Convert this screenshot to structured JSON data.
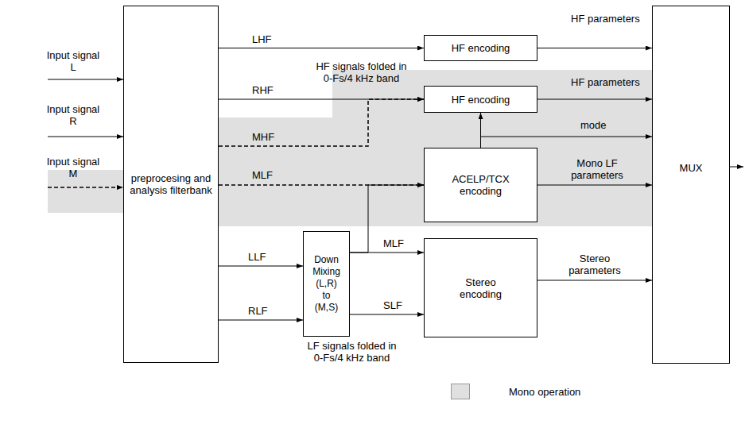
{
  "diagram": {
    "nodes": [
      {
        "text": [
          "preprocesing and analysis filterbank"
        ]
      },
      {
        "text": [
          "HF encoding"
        ]
      },
      {
        "text": [
          "HF encoding"
        ]
      },
      {
        "text": [
          "ACELP/TCX encoding"
        ]
      },
      {
        "text": [
          "Down Mixing (L,R) to (M,S)"
        ]
      },
      {
        "text": [
          "Stereo encoding"
        ]
      },
      {
        "text": [
          "MUX"
        ]
      }
    ],
    "edges": [
      {
        "from": 0,
        "to": 1,
        "arrow": "to",
        "label": "LHF"
      },
      {
        "from": 0,
        "to": 2,
        "arrow": "to",
        "label": "RHF"
      },
      {
        "from": 0,
        "to": 2,
        "arrow": "to",
        "label": "MHF"
      },
      {
        "from": 0,
        "to": 3,
        "arrow": "to",
        "label": "MLF"
      },
      {
        "from": 0,
        "to": 4,
        "arrow": "to",
        "label": "LLF"
      },
      {
        "from": 0,
        "to": 4,
        "arrow": "to",
        "label": "RLF"
      },
      {
        "from": 4,
        "to": 5,
        "arrow": "to",
        "label": "MLF"
      },
      {
        "from": 4,
        "to": 3,
        "arrow": "to"
      },
      {
        "from": 4,
        "to": 5,
        "arrow": "to",
        "label": "SLF"
      },
      {
        "from": 1,
        "to": 6,
        "arrow": "to",
        "label": "HF parameters"
      },
      {
        "from": 2,
        "to": 6,
        "arrow": "to",
        "label": "HF parameters"
      },
      {
        "from": 3,
        "to": 2,
        "arrow": "to"
      },
      {
        "from": 3,
        "to": 6,
        "arrow": "to",
        "label": "mode"
      },
      {
        "from": 3,
        "to": 6,
        "arrow": "to",
        "label": "Mono LF parameters"
      },
      {
        "from": 5,
        "to": 6,
        "arrow": "to",
        "label": "Stereo parameters"
      }
    ],
    "labels": [
      "Input signal L",
      "Input signal R",
      "Input signal M",
      "HF signals folded in 0-Fs/4 kHz band",
      "LF signals folded in 0-Fs/4 kHz band"
    ],
    "legend": [
      {
        "text": "Mono operation",
        "color": "#e0e0e0"
      }
    ]
  }
}
